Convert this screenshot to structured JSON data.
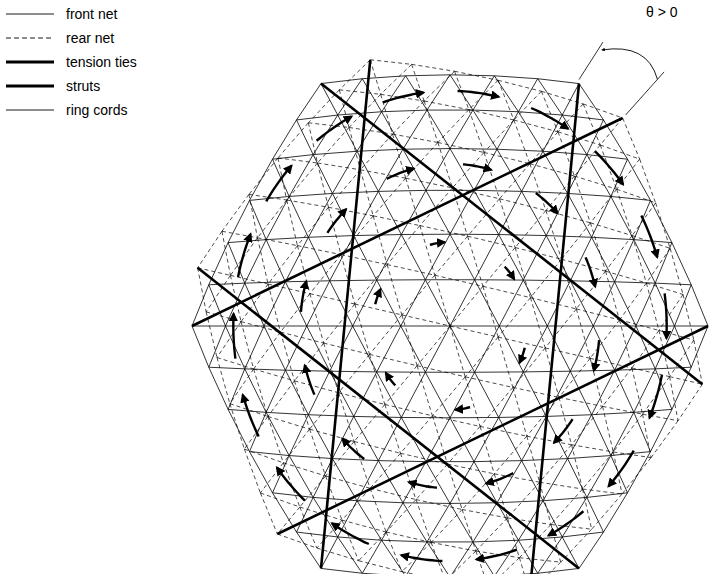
{
  "diagram": {
    "labels": [
      "θ > 0"
    ],
    "legend": [
      {
        "text": "front net"
      },
      {
        "text": "rear net"
      },
      {
        "text": "tension ties"
      },
      {
        "text": "struts"
      },
      {
        "text": "ring cords"
      }
    ]
  }
}
